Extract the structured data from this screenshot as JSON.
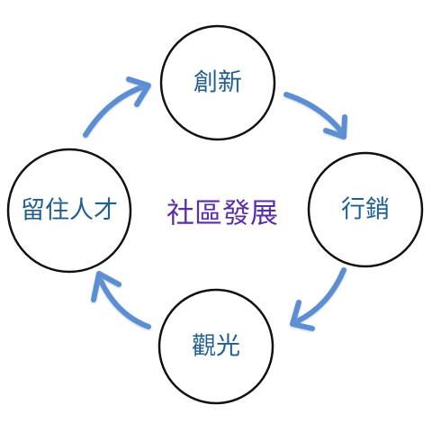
{
  "diagram": {
    "center_label": "社區發展",
    "nodes": [
      {
        "label": "創新"
      },
      {
        "label": "行銷"
      },
      {
        "label": "觀光"
      },
      {
        "label": "留住人才"
      }
    ]
  },
  "colors": {
    "node_stroke": "#111111",
    "node_fill": "#ffffff",
    "node_text": "#1f5f8f",
    "center_text": "#5a2ea6",
    "arrow": "#5b8ed3"
  }
}
